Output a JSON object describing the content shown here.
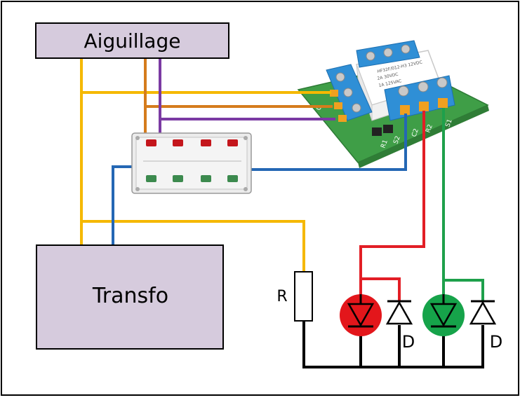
{
  "labels": {
    "aiguillage": "Aiguillage",
    "transfo": "Transfo",
    "resistor": "R",
    "diode_left": "D",
    "diode_right": "D"
  },
  "relay": {
    "line1": "HF32F/012-H3 12VDC",
    "line2": "2A 30VDC",
    "line3": "1A 125VAC",
    "pin_r1": "R1",
    "pin_r2": "R2",
    "pin_c2": "C2",
    "pin_s1": "S1",
    "pin_s2": "S2",
    "pin_r": "R",
    "pin_c": "C"
  },
  "colors": {
    "box_fill": "#d6cbdd",
    "wire_yellow": "#f5b800",
    "wire_orange": "#d57c1c",
    "wire_purple": "#7b3aa3",
    "wire_blue": "#2467b4",
    "wire_red": "#e21e25",
    "wire_green": "#1ea04b",
    "wire_black": "#000000",
    "led_red": "#e3161b",
    "led_green": "#16a34a",
    "pcb_green": "#3f9e47",
    "terminal_blue": "#2f8fd6"
  }
}
